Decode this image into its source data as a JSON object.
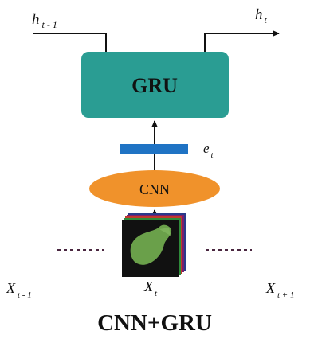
{
  "diagram": {
    "gru_label": "GRU",
    "cnn_label": "CNN",
    "caption": "CNN+GRU",
    "h_prev": {
      "base": "h",
      "sub": "t - 1"
    },
    "h_curr": {
      "base": "h",
      "sub": "t"
    },
    "e_t": {
      "base": "e",
      "sub": "t"
    },
    "x_prev": {
      "base": "X",
      "sub": "t - 1"
    },
    "x_curr": {
      "base": "X",
      "sub": "t"
    },
    "x_next": {
      "base": "X",
      "sub": "t + 1"
    },
    "colors": {
      "gru_fill": "#2a9d93",
      "cnn_fill": "#f0922b",
      "embedding_bar": "#1f73c4",
      "dashes": "#4a2740",
      "leaf_green": "#6aa04a",
      "frame_dark": "#111111"
    }
  }
}
